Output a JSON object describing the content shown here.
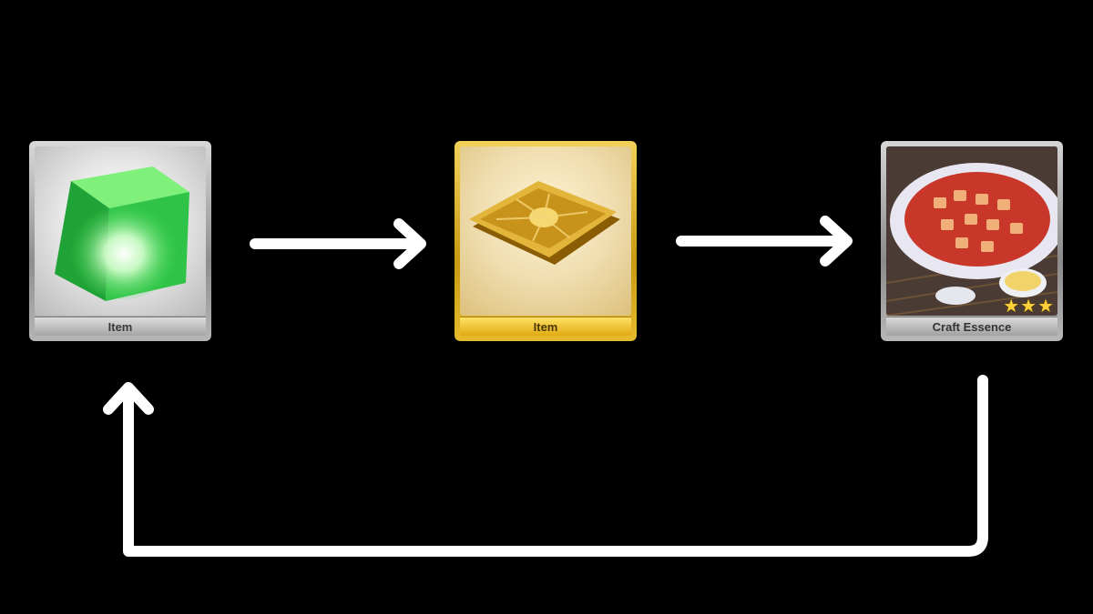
{
  "nodes": [
    {
      "label": "Item",
      "art": "green-cube-icon"
    },
    {
      "label": "Item",
      "art": "gold-tablet-icon"
    },
    {
      "label": "Craft Essence",
      "art": "mapo-tofu-icon",
      "stars": "★★★"
    }
  ],
  "colors": {
    "background": "#000000",
    "arrow": "#ffffff"
  }
}
